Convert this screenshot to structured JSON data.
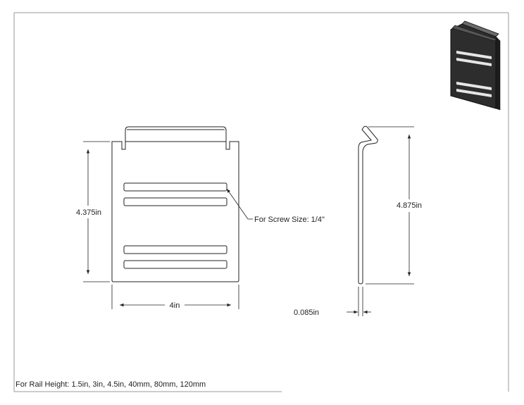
{
  "dimensions": {
    "front_height": "4.375in",
    "front_width": "4in",
    "side_height": "4.875in",
    "side_thickness": "0.085in"
  },
  "callouts": {
    "screw_size": "For Screw Size: 1/4\""
  },
  "notes": {
    "rail_height": "For Rail Height: 1.5in, 3in, 4.5in, 40mm, 80mm, 120mm"
  },
  "colors": {
    "line": "#222222",
    "border": "#9a9a9a",
    "preview_body": "#3a3a3a",
    "preview_slot": "#e6e6e6"
  }
}
